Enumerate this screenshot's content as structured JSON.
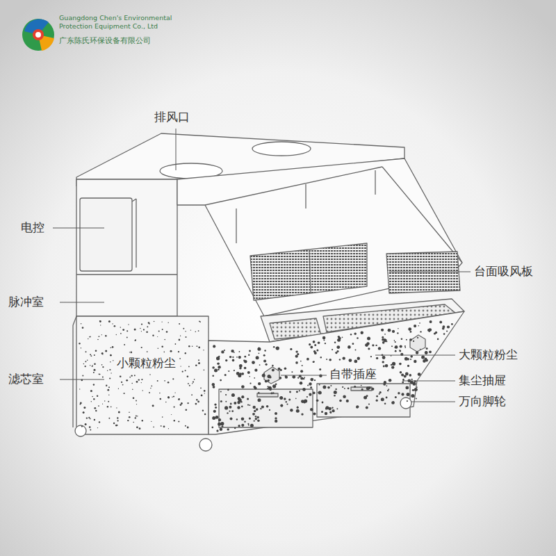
{
  "diagram": {
    "labels": [
      "Guangdong Chen's Environmental Protection Equipment Co., Ltd",
      "广东陈氏环保设备有限公司",
      "排风口",
      "电控",
      "台面吸风板",
      "脉冲室",
      "小颗粒粉尘",
      "大颗粒粉尘",
      "自带插座",
      "滤芯室",
      "集尘抽屉",
      "万向脚轮"
    ]
  }
}
